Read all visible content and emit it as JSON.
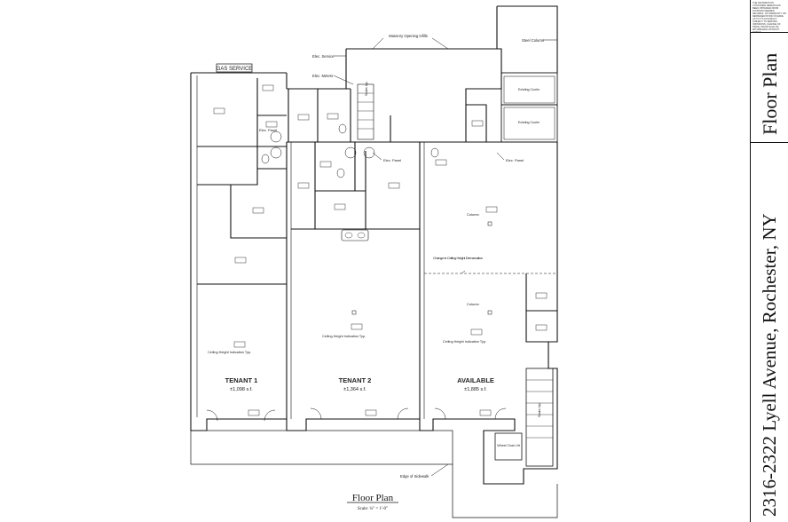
{
  "drawing": {
    "title": "Floor Plan",
    "scale": "Scale: ¼\" = 1'-0\""
  },
  "title_block": {
    "address": "2316-2322 Lyell Avenue, Rochester, NY",
    "sheet_title": "Floor Plan",
    "note": "THE INFORMATION CONTAINED HEREIN HAS BEEN OBTAINED FROM SOURCES DEEMED RELIABLE. NO WARRANTY OR REPRESENTATION IS MADE AS TO ITS ACCURACY. SUBJECT TO ERRORS, OMISSIONS, CHANGE OF PRICE, PRIOR SALE OR WITHDRAWAL WITHOUT NOTICE."
  },
  "spaces": {
    "tenant1": {
      "name": "TENANT 1",
      "area": "±1,098  s.f."
    },
    "tenant2": {
      "name": "TENANT 2",
      "area": "±1,364  s.f."
    },
    "available": {
      "name": "AVAILABLE",
      "area": "±1,885  s.f."
    }
  },
  "labels": {
    "gas_service": "GAS SERVICE",
    "masonry": "Masonry Opening Infills",
    "elec_service": "Elec. Service",
    "elec_meters": "Elec. Meters",
    "steel_column": "Steel Column",
    "existing_cooler_1": "Existing Cooler",
    "existing_cooler_2": "Existing Cooler",
    "elec_panel_1": "Elec. Panel",
    "elec_panel_2": "Elec. Panel",
    "elec_panel_3": "Elec. Panel",
    "stairs_up_1": "Stairs Up",
    "stairs_up_2": "Stairs Up",
    "column_1": "Column",
    "column_2": "Column",
    "change_ceiling": "Change in Ceiling Height Demarcation",
    "ceiling_1": "Ceiling Height Indication Typ.",
    "ceiling_2": "Ceiling Height Indication Typ.",
    "ceiling_3": "Ceiling Height Indication Typ.",
    "wheelchair_lift": "Wheel Chair Lift",
    "edge_sidewalk": "Edge of Sidewalk"
  }
}
